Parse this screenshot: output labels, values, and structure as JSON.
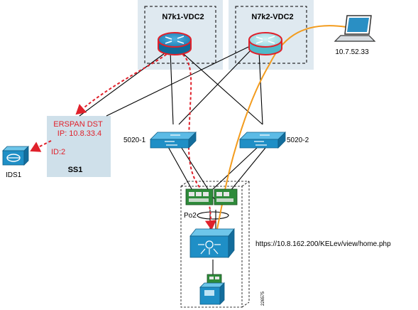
{
  "nodes": {
    "n7k1": "N7k1-VDC2",
    "n7k2": "N7k2-VDC2",
    "laptop_ip": "10.7.52.33",
    "sw1": "5020-1",
    "sw2": "5020-2",
    "ids": "IDS1",
    "ss": "SS1",
    "po": "Po2",
    "url": "https://10.8.162.200/KELev/view/home.php",
    "figure_id": "226575"
  },
  "erspan": {
    "title": "ERSPAN DST",
    "ip": "IP: 10.8.33.4",
    "id": "ID:2"
  },
  "colors": {
    "vdc_box": "#dfe9f0",
    "ss_box": "#cfe0ea",
    "device_blue": "#1f8fc6",
    "erspan_red": "#e0212b",
    "mgmt_orange": "#f39c1e",
    "line": "#000000"
  }
}
